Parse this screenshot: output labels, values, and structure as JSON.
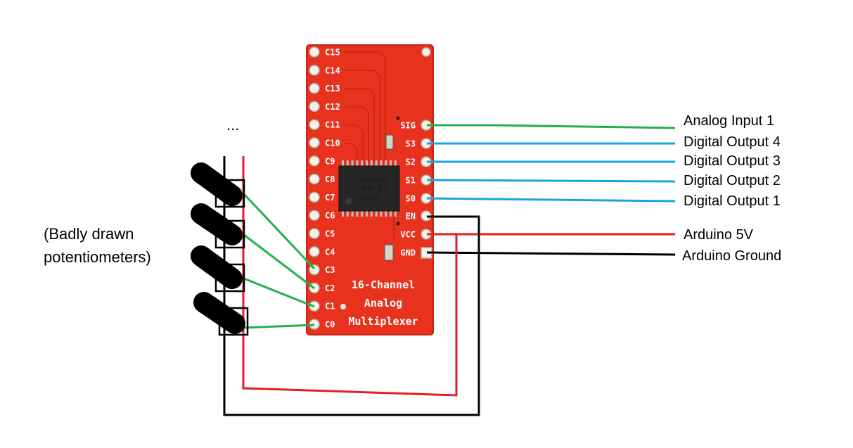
{
  "board": {
    "title_lines": [
      "16-Channel",
      "Analog",
      "Multiplexer"
    ],
    "left_pins": [
      "C15",
      "C14",
      "C13",
      "C12",
      "C11",
      "C10",
      "C9",
      "C8",
      "C7",
      "C6",
      "C5",
      "C4",
      "C3",
      "C2",
      "C1",
      "C0"
    ],
    "right_pins": [
      "SIG",
      "S3",
      "S2",
      "S1",
      "S0",
      "EN",
      "VCC",
      "GND"
    ],
    "chip_lines": [
      "HP4067",
      "98K G4",
      "APG9"
    ],
    "board_color": "#e8321e"
  },
  "connections": [
    {
      "pin": "SIG",
      "label": "Analog Input 1",
      "color": "#22b04b"
    },
    {
      "pin": "S3",
      "label": "Digital Output 4",
      "color": "#1ba3e3"
    },
    {
      "pin": "S2",
      "label": "Digital Output 3",
      "color": "#1ba3e3"
    },
    {
      "pin": "S1",
      "label": "Digital Output 2",
      "color": "#1ba3e3"
    },
    {
      "pin": "S0",
      "label": "Digital Output 1",
      "color": "#1ba3e3"
    },
    {
      "pin": "VCC",
      "label": "Arduino 5V",
      "color": "#e31e24"
    },
    {
      "pin": "GND",
      "label": "Arduino Ground",
      "color": "#000000"
    }
  ],
  "note": {
    "lines": [
      "(Badly drawn",
      "potentiometers)"
    ],
    "ellipsis": "..."
  },
  "wire_colors": {
    "green": "#22b04b",
    "blue": "#1ba3e3",
    "red": "#e31e24",
    "black": "#000000"
  }
}
